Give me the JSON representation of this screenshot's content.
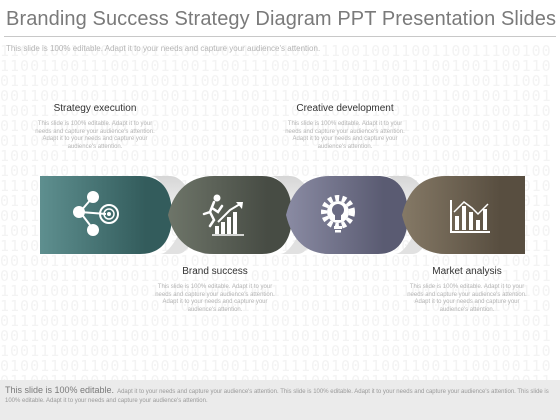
{
  "slide": {
    "title": "Branding Success Strategy Diagram PPT Presentation Slides",
    "subtitle": "This slide is 100% editable. Adapt it to your needs and capture your audience's attention."
  },
  "steps": [
    {
      "label": "Strategy execution",
      "description": "This slide is 100% editable. Adapt it to your needs and capture your audience's attention. Adapt it to your needs and capture your audience's attention.",
      "icon": "network-target-icon",
      "color": "#3e6e6e"
    },
    {
      "label": "Brand success",
      "description": "This slide is 100% editable. Adapt it to your needs and capture your audience's attention. Adapt it to your needs and capture your audience's attention.",
      "icon": "runner-growth-chart-icon",
      "color": "#555b52"
    },
    {
      "label": "Creative development",
      "description": "This slide is 100% editable. Adapt it to your needs and capture your audience's attention. Adapt it to your needs and capture your audience's attention.",
      "icon": "lightbulb-gear-icon",
      "color": "#6e6f87"
    },
    {
      "label": "Market analysis",
      "description": "This slide is 100% editable. Adapt it to your needs and capture your audience's attention. Adapt it to your needs and capture your audience's attention.",
      "icon": "bar-chart-icon",
      "color": "#6a5f4f"
    }
  ],
  "footer": {
    "lead": "This slide is 100% editable.",
    "text": "Adapt it to your needs and capture your audience's attention. This slide is 100% editable. Adapt it to your needs and capture your audience's attention. This slide is 100% editable. Adapt it to your needs and capture your audience's attention."
  }
}
